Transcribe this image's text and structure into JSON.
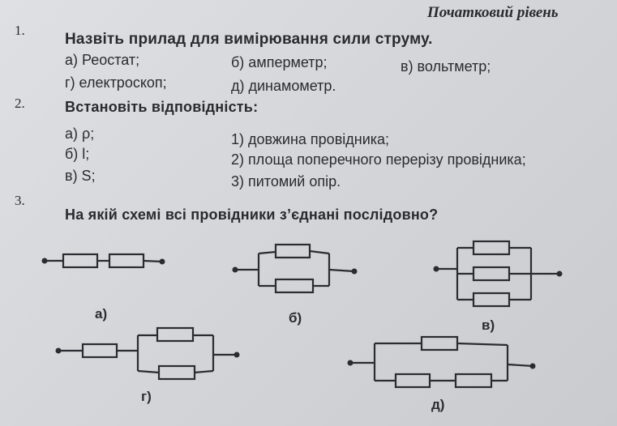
{
  "header": {
    "title": "Початковий рівень"
  },
  "questions": [
    {
      "number": "1.",
      "text": "Назвіть прилад для вимірювання сили струму.",
      "options": {
        "a": "а) Реостат;",
        "b": "б) амперметр;",
        "v": "в) вольтметр;",
        "g": "г) електроскоп;",
        "d": "д) динамометр."
      }
    },
    {
      "number": "2.",
      "text": "Встановіть відповідність:",
      "left": {
        "a": "а) ρ;",
        "b": "б) l;",
        "v": "в) S;"
      },
      "right": {
        "1": "1) довжина провідника;",
        "2": "2) площа поперечного перерізу провідника;",
        "3": "3) питомий опір."
      }
    },
    {
      "number": "3.",
      "text": "На якій схемі всі провідники з’єднані послідовно?",
      "diagram_labels": {
        "a": "а)",
        "b": "б)",
        "v": "в)",
        "g": "г)",
        "d": "д)"
      }
    }
  ]
}
